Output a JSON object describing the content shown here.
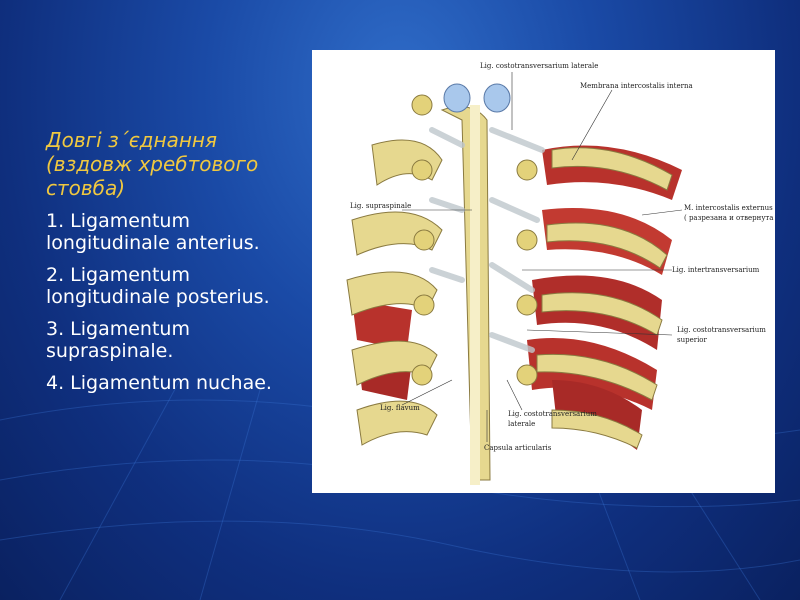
{
  "slide": {
    "subtitle": "Довгі з´єднання\n(вздовж хребтового\nстовба)",
    "items": [
      "1. Ligamentum longitudinale anterius.",
      "2. Ligamentum longitudinale posterius.",
      "3. Ligamentum supraspinale.",
      "4. Ligamentum nuchae."
    ]
  },
  "figure": {
    "labels": {
      "costotransversarium_laterale_top": "Lig. costotransversarium laterale",
      "membrana_intercostalis": "Membrana intercostalis interna",
      "supraspinale": "Lig. supraspinale",
      "intercostalis_externus": "M. intercostalis externus",
      "intercostalis_note": "( разрезана и отвернута )",
      "intertransversarium": "Lig. intertransversarium",
      "costotransversarium_superior_1": "Lig. costotransversarium",
      "costotransversarium_superior_2": "superior",
      "flavum": "Lig. flavum",
      "costotransversarium_laterale_bottom_1": "Lig. costotransversarium",
      "costotransversarium_laterale_bottom_2": "laterale",
      "capsula": "Capsula articularis"
    }
  },
  "colors": {
    "background": "#1a4aa6",
    "subtitle": "#f0c840",
    "text": "#ffffff",
    "bone": "#e6d88f",
    "muscle": "#b8322c"
  }
}
